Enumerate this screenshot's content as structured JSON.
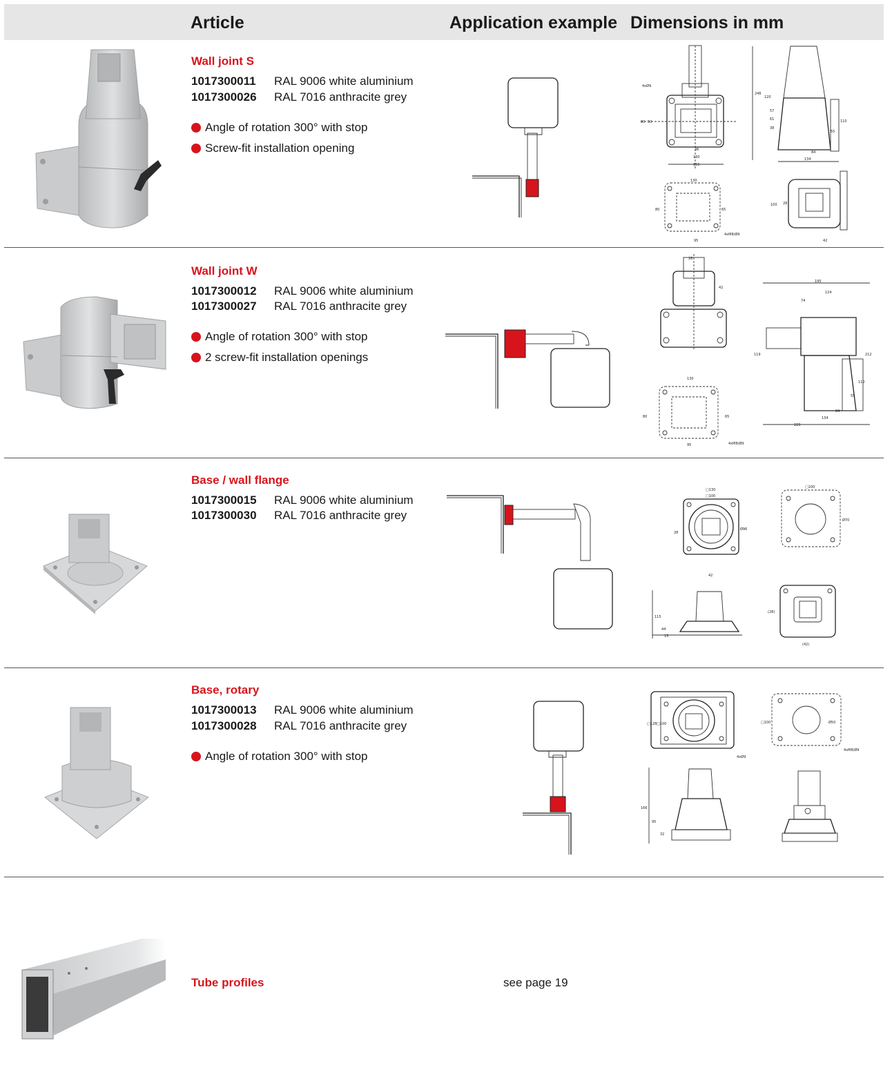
{
  "header": {
    "article": "Article",
    "application": "Application example",
    "dimensions": "Dimensions in mm"
  },
  "products": [
    {
      "title": "Wall joint S",
      "variants": [
        {
          "code": "1017300011",
          "desc": "RAL 9006 white aluminium"
        },
        {
          "code": "1017300026",
          "desc": "RAL 7016 anthracite grey"
        }
      ],
      "features": [
        "Angle of rotation 300° with stop",
        "Screw-fit installation opening"
      ]
    },
    {
      "title": "Wall joint W",
      "variants": [
        {
          "code": "1017300012",
          "desc": "RAL 9006 white aluminium"
        },
        {
          "code": "1017300027",
          "desc": "RAL 7016 anthracite grey"
        }
      ],
      "features": [
        "Angle of rotation 300° with stop",
        "2 screw-fit installation openings"
      ]
    },
    {
      "title": "Base / wall flange",
      "variants": [
        {
          "code": "1017300015",
          "desc": "RAL 9006 white aluminium"
        },
        {
          "code": "1017300030",
          "desc": "RAL 7016 anthracite grey"
        }
      ],
      "features": []
    },
    {
      "title": "Base, rotary",
      "variants": [
        {
          "code": "1017300013",
          "desc": "RAL 9006 white aluminium"
        },
        {
          "code": "1017300028",
          "desc": "RAL 7016 anthracite grey"
        }
      ],
      "features": [
        "Angle of rotation 300° with stop"
      ]
    }
  ],
  "tube": {
    "title": "Tube profiles",
    "reference": "see page 19"
  },
  "dims": {
    "s_top": [
      "4xØ9",
      "80",
      "50",
      "36",
      "130",
      "155"
    ],
    "s_side": [
      "246",
      "120",
      "57",
      "61",
      "38",
      "55",
      "110",
      "84",
      "134"
    ],
    "s_flange": [
      "130",
      "80",
      "65",
      "95",
      "4xM8/Ø9"
    ],
    "s_base": [
      "100",
      "28",
      "42"
    ],
    "w_top": [
      "28",
      "42"
    ],
    "w_side": [
      "195",
      "124",
      "74",
      "119",
      "212",
      "110",
      "55",
      "84",
      "134",
      "229"
    ],
    "w_flange": [
      "130",
      "80",
      "65",
      "95",
      "4xM8/Ø9"
    ],
    "f_top": [
      "□130",
      "□100",
      "28",
      "Ø96",
      "42"
    ],
    "f_flange": [
      "□100",
      "Ø70"
    ],
    "f_side": [
      "115",
      "44",
      "15"
    ],
    "f_base": [
      "(28)",
      "(42)"
    ],
    "r_top": [
      "□128",
      "□100",
      "4xØ9"
    ],
    "r_flange": [
      "□100",
      "Ø50",
      "4xM8/Ø9"
    ],
    "r_side": [
      "166",
      "95",
      "32"
    ]
  },
  "colors": {
    "accent": "#d7141c",
    "header_bg": "#e6e6e6",
    "part_grey": "#cfd1d3",
    "handle": "#2b2b2b"
  }
}
